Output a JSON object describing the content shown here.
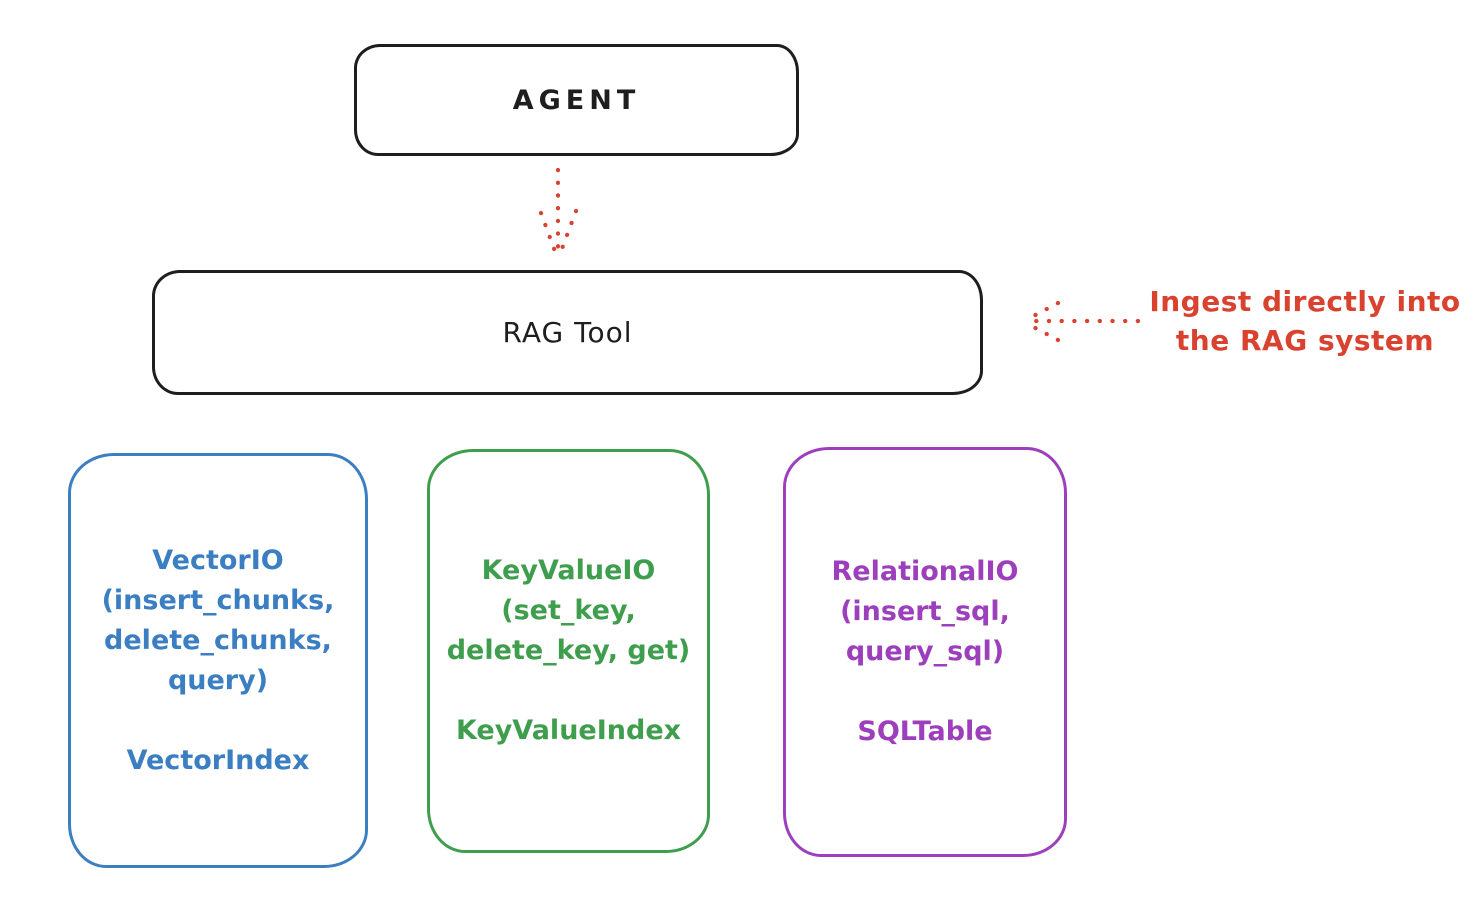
{
  "colors": {
    "ink": "#1e1e1e",
    "red": "#d9422f",
    "blue": "#3b7ec2",
    "green": "#3f9e4d",
    "purple": "#9d3fbd",
    "background": "#ffffff"
  },
  "nodes": {
    "agent": {
      "label": "AGENT"
    },
    "rag_tool": {
      "label": "RAG Tool"
    },
    "vector_io": {
      "lines": [
        "VectorIO",
        "(insert_chunks,",
        "delete_chunks,",
        "query)"
      ],
      "index_label": "VectorIndex",
      "color": "#3b7ec2"
    },
    "keyvalue_io": {
      "lines": [
        "KeyValueIO",
        "(set_key,",
        "delete_key, get)"
      ],
      "index_label": "KeyValueIndex",
      "color": "#3f9e4d"
    },
    "relational_io": {
      "lines": [
        "RelationalIO",
        "(insert_sql,",
        "query_sql)"
      ],
      "index_label": "SQLTable",
      "color": "#9d3fbd"
    }
  },
  "annotation": {
    "lines": [
      "Ingest directly into",
      "the RAG system"
    ],
    "color": "#d9422f"
  },
  "connections": [
    {
      "from": "agent",
      "to": "rag_tool",
      "style": "dotted-arrow",
      "color": "#d9422f"
    },
    {
      "from": "annotation",
      "to": "rag_tool",
      "style": "dotted-arrow",
      "color": "#d9422f"
    }
  ]
}
